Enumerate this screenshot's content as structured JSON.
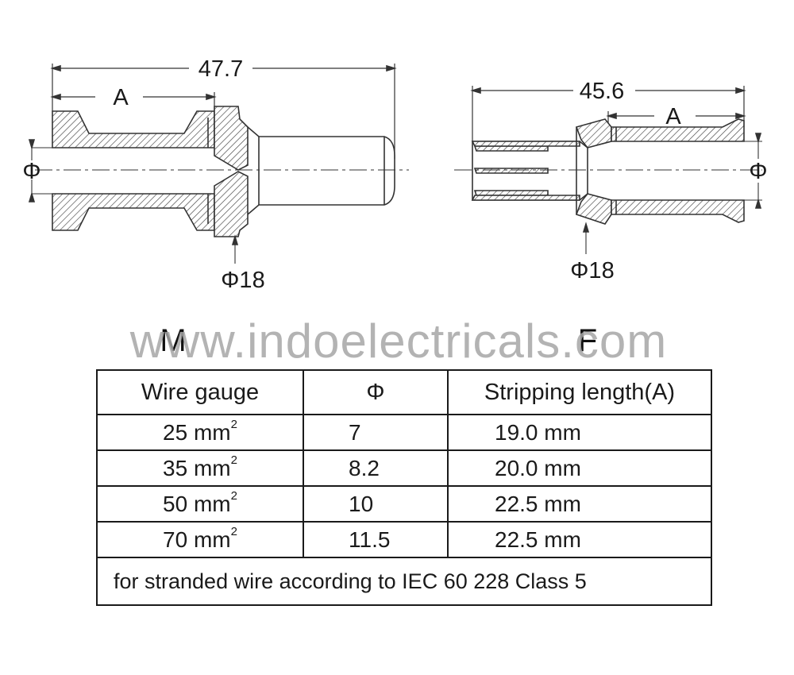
{
  "drawing": {
    "male": {
      "label": "M",
      "overall_length": "47.7",
      "strip_label": "A",
      "bore_symbol": "Φ",
      "flange_diameter": "Φ18"
    },
    "female": {
      "label": "F",
      "overall_length": "45.6",
      "strip_label": "A",
      "bore_symbol": "Φ",
      "flange_diameter": "Φ18"
    }
  },
  "watermark": "www.indoelectricals.com",
  "table": {
    "headers": [
      "Wire gauge",
      "Φ",
      "Stripping length(A)"
    ],
    "rows": [
      {
        "gauge": "25 mm",
        "gauge_sup": "2",
        "phi": "7",
        "strip": "19.0 mm"
      },
      {
        "gauge": "35 mm",
        "gauge_sup": "2",
        "phi": "8.2",
        "strip": "20.0 mm"
      },
      {
        "gauge": "50 mm",
        "gauge_sup": "2",
        "phi": "10",
        "strip": "22.5 mm"
      },
      {
        "gauge": "70 mm",
        "gauge_sup": "2",
        "phi": "11.5",
        "strip": "22.5 mm"
      }
    ],
    "footnote": "for stranded wire according to IEC 60 228 Class 5"
  }
}
